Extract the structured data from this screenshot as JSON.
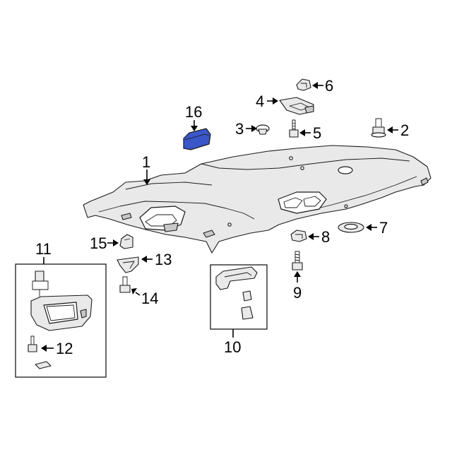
{
  "highlight_color": "#3a56c8",
  "callouts": {
    "c1": "1",
    "c2": "2",
    "c3": "3",
    "c4": "4",
    "c5": "5",
    "c6": "6",
    "c7": "7",
    "c8": "8",
    "c9": "9",
    "c10": "10",
    "c11": "11",
    "c12": "12",
    "c13": "13",
    "c14": "14",
    "c15": "15",
    "c16": "16"
  },
  "parts": {
    "headliner": "headliner-panel",
    "highlighted_part": "overhead-console-part-16"
  }
}
